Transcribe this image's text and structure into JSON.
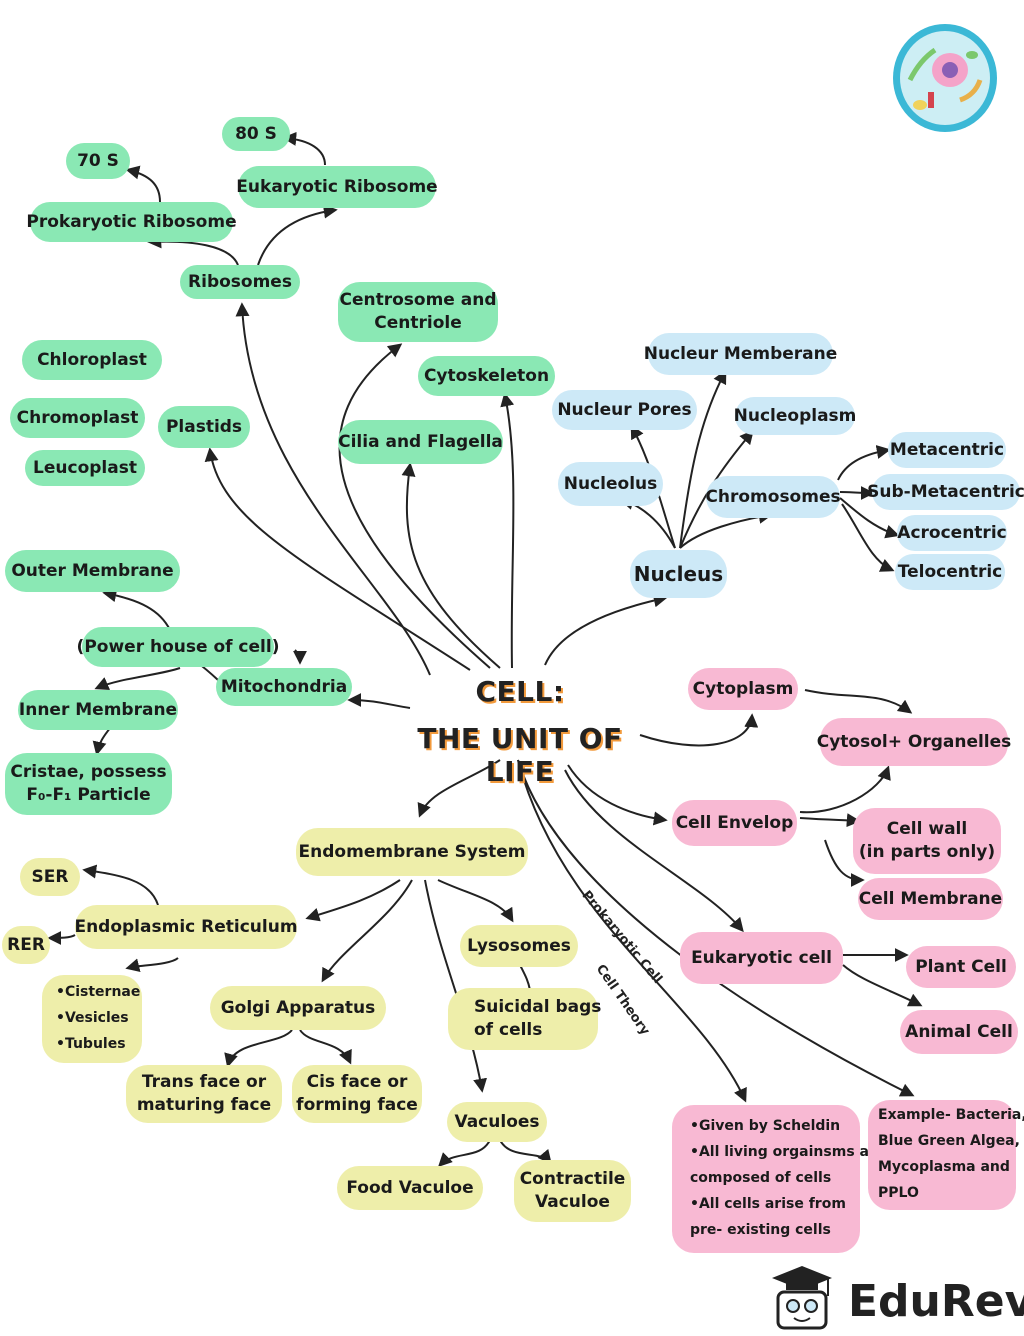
{
  "title": {
    "line1": "CELL:",
    "line2": "THE UNIT OF LIFE"
  },
  "nodes": {
    "s80": "80 S",
    "s70": "70 S",
    "euk_ribosome": "Eukaryotic Ribosome",
    "prok_ribosome": "Prokaryotic Ribosome",
    "ribosomes": "Ribosomes",
    "centrosome_1": "Centrosome and",
    "centrosome_2": "Centriole",
    "cytoskeleton": "Cytoskeleton",
    "cilia": "Cilia and Flagella",
    "chloroplast": "Chloroplast",
    "chromoplast": "Chromoplast",
    "leucoplast": "Leucoplast",
    "plastids": "Plastids",
    "outer_membrane": "Outer Membrane",
    "power_house": "(Power house of cell)",
    "mitochondria": "Mitochondria",
    "inner_membrane": "Inner Membrane",
    "cristae_1": "Cristae, possess",
    "cristae_2": "F₀-F₁ Particle",
    "nuclear_membrane": "Nucleur Memberane",
    "nuclear_pores": "Nucleur Pores",
    "nucleoplasm": "Nucleoplasm",
    "nucleolus": "Nucleolus",
    "chromosomes": "Chromosomes",
    "nucleus": "Nucleus",
    "metacentric": "Metacentric",
    "submetacentric": "Sub-Metacentric",
    "acrocentric": "Acrocentric",
    "telocentric": "Telocentric",
    "cytoplasm": "Cytoplasm",
    "cytosol": "Cytosol+ Organelles",
    "cell_envelop": "Cell Envelop",
    "cell_wall_1": "Cell wall",
    "cell_wall_2": "(in parts only)",
    "cell_membrane": "Cell Membrane",
    "eukaryotic_cell": "Eukaryotic cell",
    "plant_cell": "Plant Cell",
    "animal_cell": "Animal Cell",
    "endomembrane": "Endomembrane System",
    "ser": "SER",
    "rer": "RER",
    "er": "Endoplasmic Reticulum",
    "cisternae": "•Cisternae",
    "vesicles": "•Vesicles",
    "tubules": "•Tubules",
    "golgi": "Golgi Apparatus",
    "trans_1": "Trans face or",
    "trans_2": "maturing face",
    "cis_1": "Cis face or",
    "cis_2": "forming face",
    "lysosomes": "Lysosomes",
    "suicidal_1": "Suicidal bags",
    "suicidal_2": "of cells",
    "vacuoles": "Vaculoes",
    "food_vacuole": "Food Vaculoe",
    "contractile_1": "Contractile",
    "contractile_2": "Vaculoe",
    "theory_1": "•Given by Scheldin",
    "theory_2": "•All living orgainsms are",
    "theory_3": "composed of cells",
    "theory_4": "•All cells arise from",
    "theory_5": "pre- existing cells",
    "example_1": "Example- Bacteria,",
    "example_2": "Blue Green Algea,",
    "example_3": "Mycoplasma and",
    "example_4": "PPLO"
  },
  "edge_labels": {
    "prokaryotic_cell": "Prokaryotic Cell",
    "cell_theory": "Cell Theory"
  },
  "brand": {
    "name": "EduRev"
  },
  "colors": {
    "green": "#8ae8b4",
    "blue": "#cde9f7",
    "pink": "#f8b9d3",
    "yellow": "#eeeeaa",
    "title_shadow": "#f29a3c"
  }
}
